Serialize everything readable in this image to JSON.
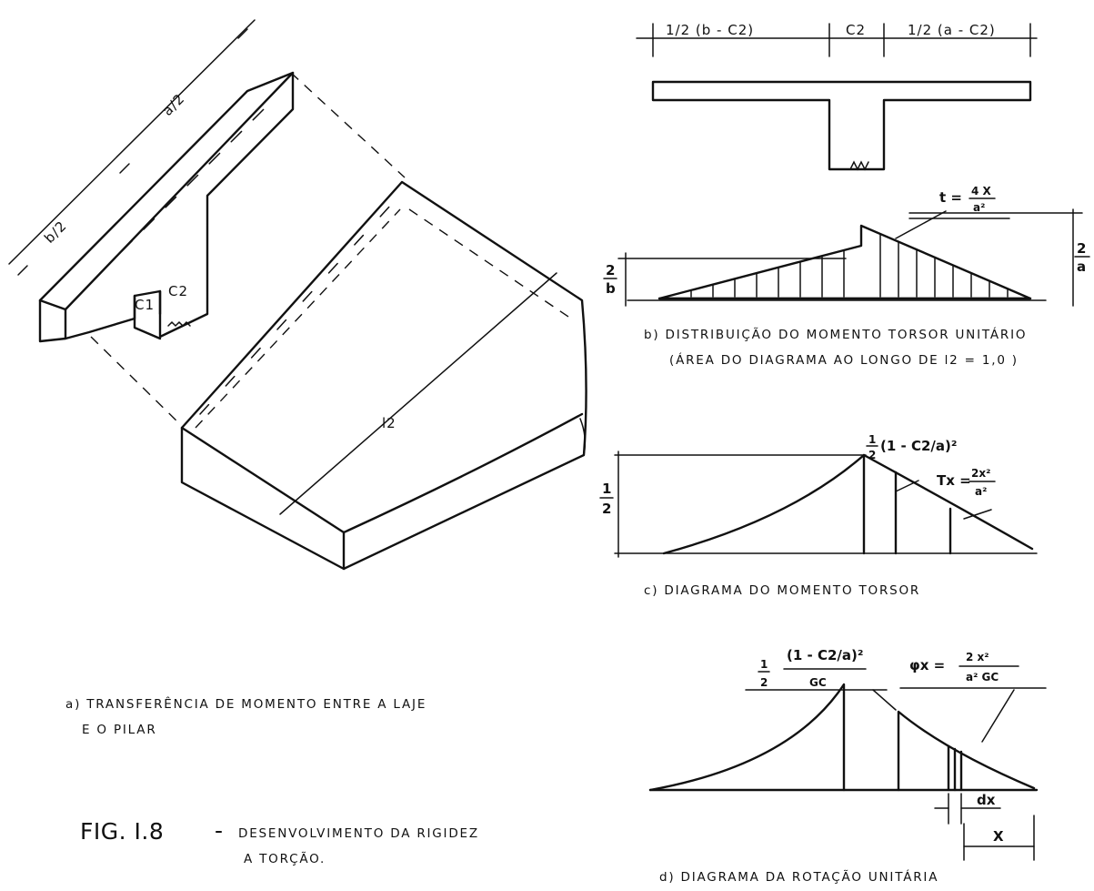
{
  "figure": {
    "number": "FIG. I.8",
    "dash": "-",
    "title_line1": "DESENVOLVIMENTO DA RIGIDEZ",
    "title_line2": "A TORÇÃO."
  },
  "panel_a": {
    "label_a2": "a/2",
    "label_b2": "b/2",
    "label_c1": "C1",
    "label_c2": "C2",
    "label_l2": "l2",
    "caption_line1": "a) TRANSFERÊNCIA DE MOMENTO ENTRE A LAJE",
    "caption_line2": "E O PILAR"
  },
  "panel_b_section": {
    "dim_left": "1/2 (b - C2)",
    "dim_mid": "C2",
    "dim_right": "1/2 (a - C2)"
  },
  "panel_b": {
    "t_lhs": "t =",
    "t_num": "4 X",
    "t_den": "a²",
    "left_num": "2",
    "left_den": "b",
    "right_num": "2",
    "right_den": "a",
    "caption_line1": "b) DISTRIBUIÇÃO DO MOMENTO TORSOR UNITÁRIO",
    "caption_line2": "(ÁREA DO DIAGRAMA AO LONGO DE l2 = 1,0 )"
  },
  "panel_c": {
    "peak_half_num": "1",
    "peak_half_den": "2",
    "peak_expr": "(1 - C2/a)²",
    "tx_lhs": "Tx =",
    "tx_num": "2x²",
    "tx_den": "a²",
    "left_num": "1",
    "left_den": "2",
    "caption": "c) DIAGRAMA DO MOMENTO TORSOR"
  },
  "panel_d": {
    "half_num": "1",
    "half_den": "2",
    "peak_num": "(1 - C2/a)²",
    "peak_den": "GC",
    "phi_lhs": "φx =",
    "phi_num": "2 x²",
    "phi_den": "a² GC",
    "label_dx": "dx",
    "label_x": "X",
    "caption": "d) DIAGRAMA DA ROTAÇÃO UNITÁRIA"
  }
}
